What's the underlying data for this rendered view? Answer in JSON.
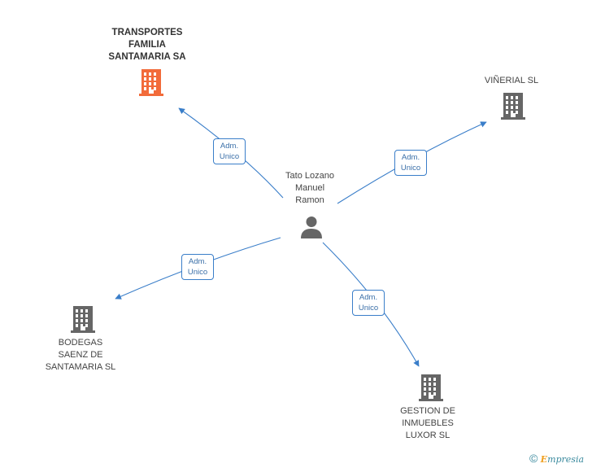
{
  "center": {
    "name_lines": [
      "Tato Lozano",
      "Manuel",
      "Ramon"
    ],
    "icon": "person-icon"
  },
  "companies": [
    {
      "id": "transportes",
      "lines": [
        "TRANSPORTES",
        "FAMILIA",
        "SANTAMARIA SA"
      ],
      "icon": "building-icon",
      "color": "#f26b3a",
      "highlight": true
    },
    {
      "id": "vinerial",
      "lines": [
        "VIÑERIAL SL"
      ],
      "icon": "building-icon",
      "color": "#666666",
      "highlight": false
    },
    {
      "id": "bodegas",
      "lines": [
        "BODEGAS",
        "SAENZ DE",
        "SANTAMARIA SL"
      ],
      "icon": "building-icon",
      "color": "#666666",
      "highlight": false
    },
    {
      "id": "gestion",
      "lines": [
        "GESTION DE",
        "INMUEBLES",
        "LUXOR SL"
      ],
      "icon": "building-icon",
      "color": "#666666",
      "highlight": false
    }
  ],
  "relations": [
    {
      "to": "transportes",
      "lines": [
        "Adm.",
        "Unico"
      ]
    },
    {
      "to": "vinerial",
      "lines": [
        "Adm.",
        "Unico"
      ]
    },
    {
      "to": "bodegas",
      "lines": [
        "Adm.",
        "Unico"
      ]
    },
    {
      "to": "gestion",
      "lines": [
        "Adm.",
        "Unico"
      ]
    }
  ],
  "colors": {
    "edge": "#3a7ec9",
    "building_default": "#666666",
    "building_highlight": "#f26b3a",
    "person": "#666666"
  },
  "footer": {
    "copyright": "©",
    "brand_initial": "E",
    "brand_rest": "mpresia"
  }
}
